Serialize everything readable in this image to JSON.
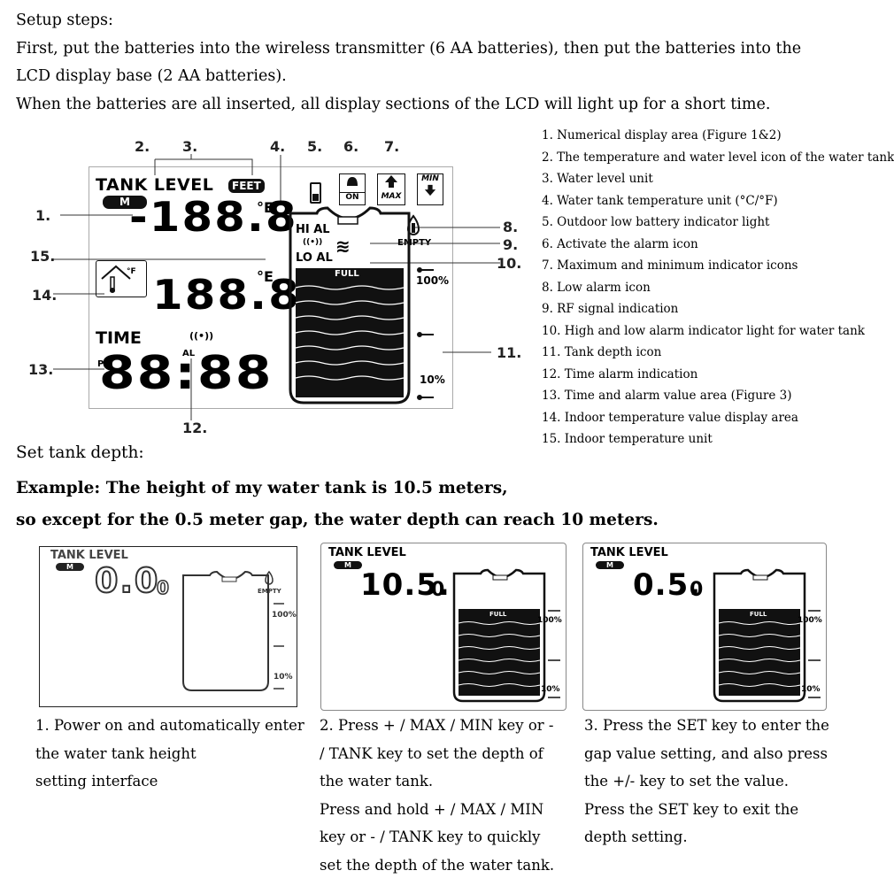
{
  "intro": {
    "heading": "Setup steps:",
    "line1": "First, put the batteries into the wireless transmitter (6 AA batteries), then put the batteries into the",
    "line2": "LCD display base (2 AA batteries).",
    "line3": "When the batteries are all inserted, all display sections of the LCD will light up for a short time."
  },
  "lcd": {
    "tank_level_label": "TANK LEVEL",
    "feet_badge": "FEET",
    "m_badge": "M",
    "main_digits": "-188.8",
    "unit_top": "°E",
    "indoor_digits": "188.8",
    "unit_mid": "°E",
    "house_label": "°F",
    "time_label": "TIME",
    "pm_label": "PM",
    "al_label": "AL",
    "time_digits": "88:88",
    "hi_al": "HI AL",
    "lo_al": "LO AL",
    "empty": "EMPTY",
    "full": "FULL",
    "pct_100": "100%",
    "pct_10": "10%",
    "on_label": "ON",
    "max_label": "MAX",
    "min_label": "MIN",
    "callouts": [
      "1.",
      "2.",
      "3.",
      "4.",
      "5.",
      "6.",
      "7.",
      "8.",
      "9.",
      "10.",
      "11.",
      "12.",
      "13.",
      "14.",
      "15."
    ]
  },
  "legend": [
    "1. Numerical display area (Figure 1&2)",
    "2. The temperature and water level icon of the water tank",
    "3. Water level unit",
    "4. Water tank temperature unit (°C/°F)",
    "5. Outdoor low battery indicator light",
    "6. Activate the alarm icon",
    "7. Maximum and minimum indicator icons",
    "8. Low alarm icon",
    "9. RF signal indication",
    "10. High and low alarm indicator light for water tank",
    "11. Tank depth icon",
    "12. Time alarm indication",
    "13. Time and alarm value area (Figure 3)",
    "14. Indoor temperature value display area",
    "15. Indoor temperature unit"
  ],
  "set_depth": {
    "heading": "Set tank depth:",
    "example1": "Example: The height of my water tank is 10.5 meters,",
    "example2": "so except for the 0.5 meter gap, the water depth can reach 10 meters."
  },
  "panels": [
    {
      "tank_level": "TANK LEVEL",
      "m": "M",
      "digits": "0.0",
      "small": "0",
      "empty": "EMPTY",
      "pct_100": "100%",
      "pct_10": "10%",
      "full": "",
      "caption": [
        "1. Power on and automatically enter",
        "the water tank height",
        "setting interface"
      ]
    },
    {
      "tank_level": "TANK LEVEL",
      "m": "M",
      "digits": "10.5.",
      "small": "0",
      "empty": "",
      "pct_100": "100%",
      "pct_10": "10%",
      "full": "FULL",
      "caption": [
        "2. Press + / MAX / MIN key or -",
        "/ TANK key to set the depth of",
        "the water tank.",
        "Press and hold + / MAX / MIN",
        "key or - / TANK key to quickly",
        "set the depth of the water tank."
      ]
    },
    {
      "tank_level": "TANK LEVEL",
      "m": "M",
      "digits": "0.5.",
      "small": "0",
      "empty": "",
      "pct_100": "100%",
      "pct_10": "10%",
      "full": "FULL",
      "caption": [
        "3. Press the SET key to enter the",
        "gap value setting, and also press",
        "the +/- key to set the value.",
        "Press the SET key to exit the",
        "depth setting."
      ]
    }
  ]
}
